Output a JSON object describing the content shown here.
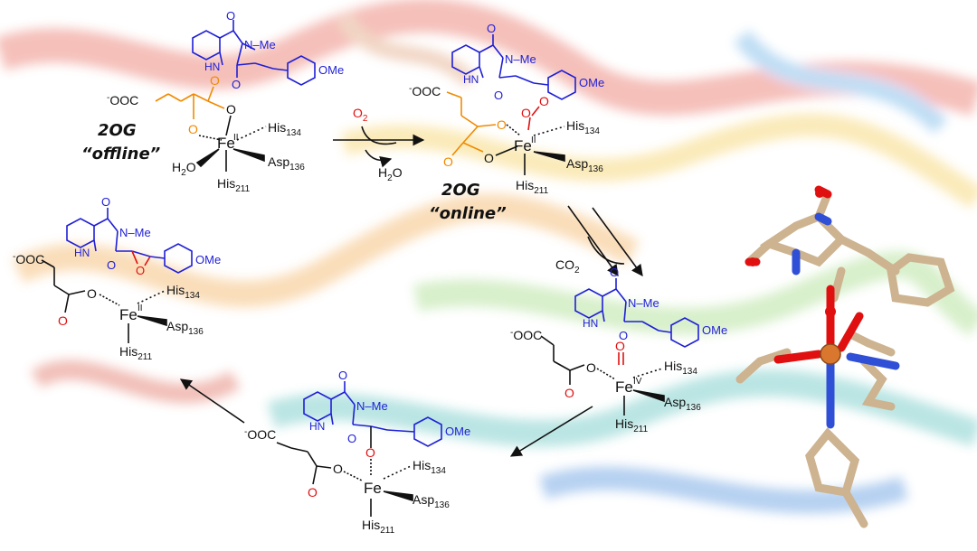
{
  "colors": {
    "bond": "#111111",
    "substrate": "#1f1fd6",
    "cosubstrate": "#f08a00",
    "oxygen": "#e01010",
    "iron": "#d9772e",
    "carbon_stick": "#cdb38f",
    "nitrogen_stick": "#2f4fd6"
  },
  "labels": {
    "fe": "Fe",
    "fe_II": "II",
    "fe_IV": "IV",
    "his134": "His",
    "his134_sub": "134",
    "asp136": "Asp",
    "asp136_sub": "136",
    "his211": "His",
    "his211_sub": "211",
    "h2o": "H",
    "h2o_sub": "2",
    "h2o_tail": "O",
    "o2": "O",
    "o2_sub": "2",
    "co2": "CO",
    "co2_sub": "2",
    "carboxylate": "OOC",
    "carboxylate_charge": "-",
    "methyl": "Me",
    "methoxy": "OMe",
    "n": "N",
    "hn": "HN",
    "o": "O",
    "tag_2og": "2OG",
    "tag_offline": "“offline”",
    "tag_online": "“online”"
  },
  "background": {
    "description_icon": "protein-ribbon-icon"
  },
  "structure_3d": {
    "icon": "ball-and-stick-active-site-icon"
  }
}
